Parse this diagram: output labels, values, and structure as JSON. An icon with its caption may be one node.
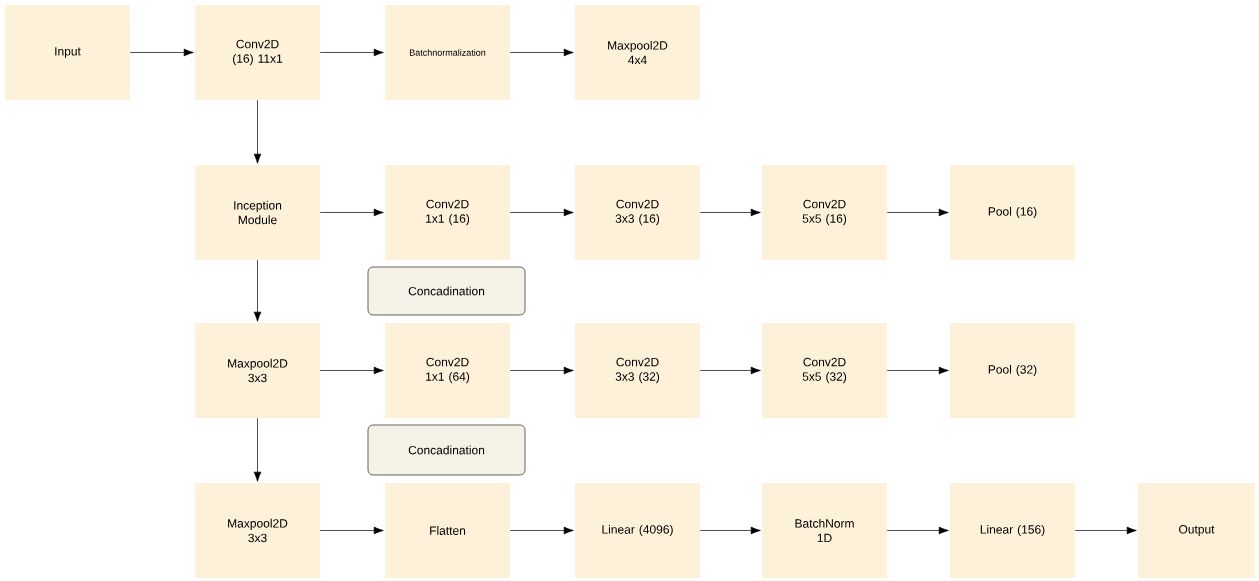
{
  "diagram": {
    "nodes": [
      {
        "text": [
          "Input"
        ]
      },
      {
        "text": [
          "Conv2D (16) 11x1"
        ]
      },
      {
        "text": [
          "Batchnormalization"
        ]
      },
      {
        "text": [
          "Maxpool2D 4x4"
        ]
      },
      {
        "text": [
          "Inception Module"
        ]
      },
      {
        "text": [
          "Conv2D 1x1 (16)"
        ]
      },
      {
        "text": [
          "Conv2D 3x3 (16)"
        ]
      },
      {
        "text": [
          "Conv2D 5x5 (16)"
        ]
      },
      {
        "text": [
          "Pool (16)"
        ]
      },
      {
        "text": [
          "Concadination"
        ]
      },
      {
        "text": [
          "Maxpool2D 3x3"
        ]
      },
      {
        "text": [
          "Conv2D 1x1 (64)"
        ]
      },
      {
        "text": [
          "Conv2D 3x3 (32)"
        ]
      },
      {
        "text": [
          "Conv2D 5x5 (32)"
        ]
      },
      {
        "text": [
          "Pool (32)"
        ]
      },
      {
        "text": [
          "Concadination"
        ]
      },
      {
        "text": [
          "Maxpool2D 3x3"
        ]
      },
      {
        "text": [
          "Flatten"
        ]
      },
      {
        "text": [
          "Linear (4096)"
        ]
      },
      {
        "text": [
          "BatchNorm 1D"
        ]
      },
      {
        "text": [
          "Linear (156)"
        ]
      },
      {
        "text": [
          "Output"
        ]
      }
    ],
    "edges": [
      {
        "from": 0,
        "to": 1,
        "arrow": "to"
      },
      {
        "from": 1,
        "to": 2,
        "arrow": "to"
      },
      {
        "from": 2,
        "to": 3,
        "arrow": "to"
      },
      {
        "from": 1,
        "to": 4,
        "arrow": "to"
      },
      {
        "from": 4,
        "to": 5,
        "arrow": "to"
      },
      {
        "from": 5,
        "to": 6,
        "arrow": "to"
      },
      {
        "from": 6,
        "to": 7,
        "arrow": "to"
      },
      {
        "from": 7,
        "to": 8,
        "arrow": "to"
      },
      {
        "from": 4,
        "to": 10,
        "arrow": "to"
      },
      {
        "from": 10,
        "to": 11,
        "arrow": "to"
      },
      {
        "from": 11,
        "to": 12,
        "arrow": "to"
      },
      {
        "from": 12,
        "to": 13,
        "arrow": "to"
      },
      {
        "from": 13,
        "to": 14,
        "arrow": "to"
      },
      {
        "from": 10,
        "to": 16,
        "arrow": "to"
      },
      {
        "from": 16,
        "to": 17,
        "arrow": "to"
      },
      {
        "from": 17,
        "to": 18,
        "arrow": "to"
      },
      {
        "from": 18,
        "to": 19,
        "arrow": "to"
      },
      {
        "from": 19,
        "to": 20,
        "arrow": "to"
      },
      {
        "from": 20,
        "to": 21,
        "arrow": "to"
      }
    ]
  }
}
